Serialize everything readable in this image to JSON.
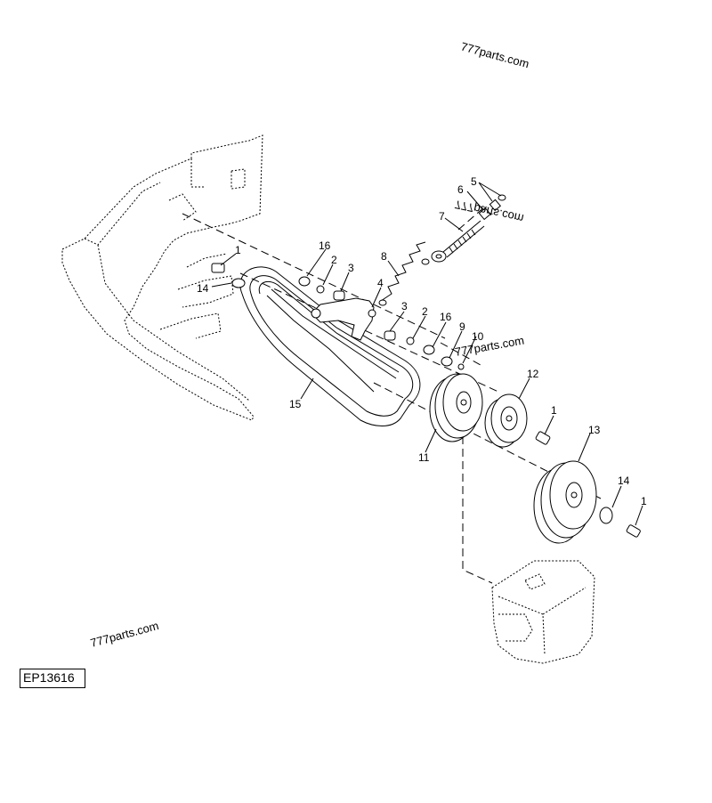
{
  "figure_code": "EP13616",
  "watermarks": [
    "777parts.com",
    "777parts.com",
    "777parts.com",
    "777parts.com"
  ],
  "callouts": {
    "c1a": "1",
    "c1b": "1",
    "c1c": "1",
    "c2a": "2",
    "c2b": "2",
    "c3a": "3",
    "c3b": "3",
    "c4": "4",
    "c5": "5",
    "c6": "6",
    "c7": "7",
    "c8": "8",
    "c9": "9",
    "c10": "10",
    "c11": "11",
    "c12": "12",
    "c13": "13",
    "c14a": "14",
    "c14b": "14",
    "c15": "15",
    "c16a": "16",
    "c16b": "16"
  }
}
